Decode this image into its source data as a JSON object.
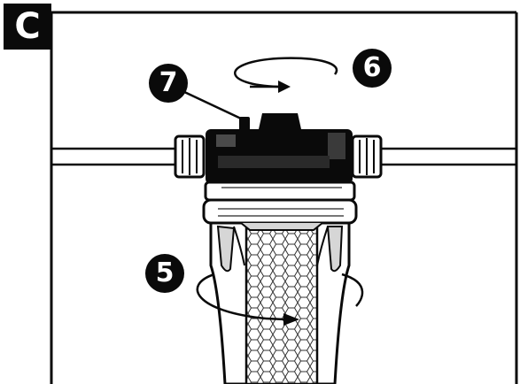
{
  "panel_label": "C",
  "callouts": {
    "step_5": "5",
    "step_6": "6",
    "step_7": "7"
  },
  "colors": {
    "ink": "#0a0a0a",
    "paper": "#ffffff",
    "housing_gray": "#d6d6d6"
  }
}
